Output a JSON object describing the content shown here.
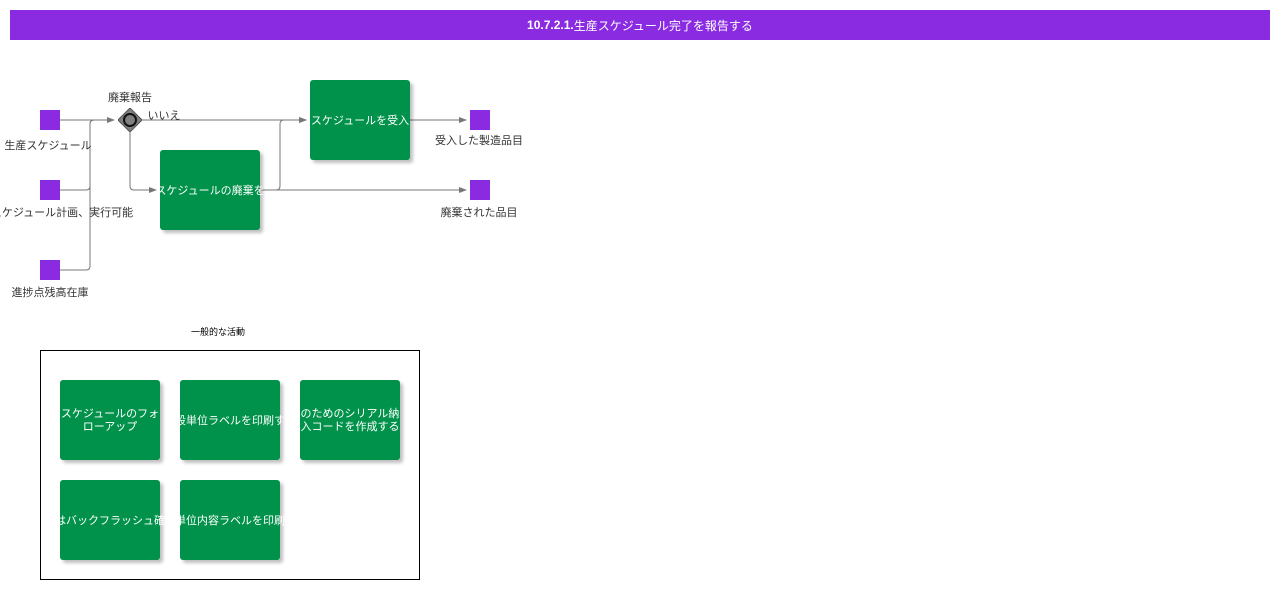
{
  "header": {
    "code": "10.7.2.1.",
    "title": "生産スケジュール完了を報告する"
  },
  "colors": {
    "header_bg": "#8a2be2",
    "data_object": "#8a2be2",
    "activity": "#00924a",
    "gateway": "#808080"
  },
  "inputs": [
    {
      "label": "生産スケジュール"
    },
    {
      "label": "スケジュール計画、実行可能"
    },
    {
      "label": "進捗点残高在庫"
    }
  ],
  "gateway": {
    "label": "廃棄報告",
    "icon": "exclusive-gateway-icon",
    "no_label": "いいえ"
  },
  "activities": {
    "scrap": "スケジュールの廃棄を",
    "receive": "スケジュールを受入"
  },
  "outputs": [
    {
      "label": "受入した製造品目"
    },
    {
      "label": "廃棄された品目"
    }
  ],
  "group": {
    "title": "一般的な活動",
    "activities": [
      "スケジュールのフォローアップ",
      "段単位ラベルを印刷す",
      "のためのシリアル納入コードを作成する",
      "はバックフラッシュ確",
      "単位内容ラベルを印刷"
    ]
  }
}
